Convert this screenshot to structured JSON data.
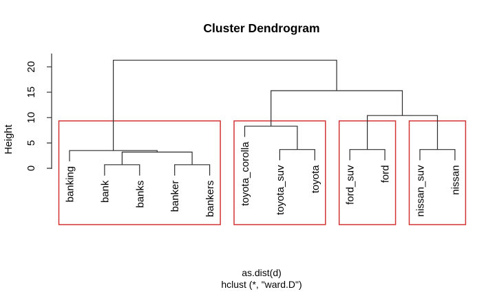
{
  "title": "Cluster Dendrogram",
  "chart_data": {
    "type": "dendrogram",
    "title": "Cluster Dendrogram",
    "ylabel": "Height",
    "xlab": "as.dist(d)",
    "sub": "hclust (*, \"ward.D\")",
    "yticks": [
      0,
      5,
      10,
      15,
      20
    ],
    "ylim": [
      0,
      22
    ],
    "hang": 0.1,
    "leaves": [
      "banking",
      "bank",
      "banks",
      "banker",
      "bankers",
      "toyota_corolla",
      "toyota_suv",
      "toyota",
      "ford_suv",
      "ford",
      "nissan_suv",
      "nissan"
    ],
    "merges": [
      {
        "id": "bank+banks",
        "children": [
          "bank",
          "banks"
        ],
        "height": 0.7
      },
      {
        "id": "banker+bankers",
        "children": [
          "banker",
          "bankers"
        ],
        "height": 0.7
      },
      {
        "id": "bank-subgroup",
        "children": [
          "bank+banks",
          "banker+bankers"
        ],
        "height": 3.2
      },
      {
        "id": "banking-cluster",
        "children": [
          "banking",
          "bank-subgroup"
        ],
        "height": 3.5
      },
      {
        "id": "toyota+suv",
        "children": [
          "toyota_suv",
          "toyota"
        ],
        "height": 3.7
      },
      {
        "id": "toyota-cluster",
        "children": [
          "toyota_corolla",
          "toyota+suv"
        ],
        "height": 8.3
      },
      {
        "id": "ford-cluster",
        "children": [
          "ford_suv",
          "ford"
        ],
        "height": 3.7
      },
      {
        "id": "nissan-cluster",
        "children": [
          "nissan_suv",
          "nissan"
        ],
        "height": 3.7
      },
      {
        "id": "ford+nissan",
        "children": [
          "ford-cluster",
          "nissan-cluster"
        ],
        "height": 10.4
      },
      {
        "id": "cars",
        "children": [
          "toyota-cluster",
          "ford+nissan"
        ],
        "height": 15.3
      },
      {
        "id": "root",
        "children": [
          "banking-cluster",
          "cars"
        ],
        "height": 21.3
      }
    ],
    "cluster_boxes": [
      {
        "leaves": [
          "banking",
          "bank",
          "banks",
          "banker",
          "bankers"
        ]
      },
      {
        "leaves": [
          "toyota_corolla",
          "toyota_suv",
          "toyota"
        ]
      },
      {
        "leaves": [
          "ford_suv",
          "ford"
        ]
      },
      {
        "leaves": [
          "nissan_suv",
          "nissan"
        ]
      }
    ],
    "colors": {
      "line": "#2b2b2b",
      "box_border": "#d23232",
      "text": "#000000"
    }
  }
}
